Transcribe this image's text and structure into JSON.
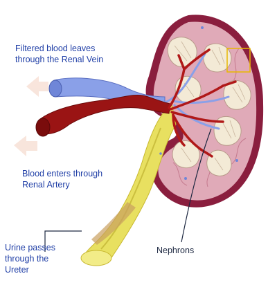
{
  "labels": {
    "filtered_line1": "Filtered blood leaves",
    "filtered_line2": "through the Renal  Vein",
    "enters_line1": "Blood enters through",
    "enters_line2": "Renal  Artery",
    "urine_line1": "Urine passes",
    "urine_line2": "through the",
    "urine_line3": "Ureter",
    "nephrons": "Nephrons"
  },
  "colors": {
    "kidney_outer": "#8a1e3e",
    "kidney_inner": "#e0aab8",
    "vein": "#8aa0e8",
    "artery": "#9a1414",
    "ureter": "#e8e060",
    "label_blue": "#1f3ea6",
    "highlight_box": "#e8b800"
  }
}
